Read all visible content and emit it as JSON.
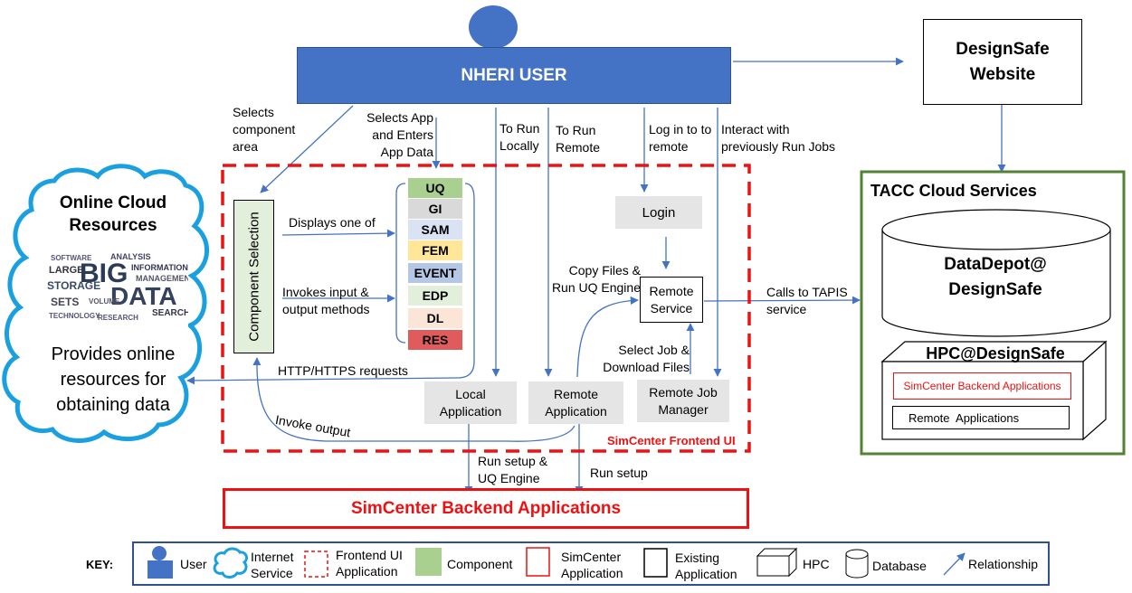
{
  "user": {
    "title": "NHERI USER"
  },
  "designsafe": {
    "title": "DesignSafe Website"
  },
  "cloud": {
    "title": "Online Cloud Resources",
    "wordcloud": [
      "BIG",
      "DATA",
      "INFORMATION",
      "STORAGE",
      "LARGE",
      "SETS",
      "ANALYSIS",
      "MANAGEMENT",
      "SEARCH",
      "SOFTWARE",
      "TECHNOLOGY",
      "RESEARCH",
      "VOLUME"
    ],
    "description": "Provides online resources for obtaining data"
  },
  "tacc": {
    "title": "TACC Cloud Services",
    "datadepot": "DataDepot@ DesignSafe",
    "hpc": {
      "title": "HPC@DesignSafe",
      "backend": "SimCenter Backend Applications",
      "remote": "Remote  Applications"
    }
  },
  "frontend": {
    "label": "SimCenter Frontend UI",
    "component_selection": "Component Selection",
    "components": [
      "UQ",
      "GI",
      "SAM",
      "FEM",
      "EVENT",
      "EDP",
      "DL",
      "RES"
    ],
    "login": "Login",
    "remote_service": "Remote Service",
    "local_app": "Local Application",
    "remote_app": "Remote Application",
    "job_manager": "Remote Job Manager"
  },
  "backend": {
    "title": "SimCenter Backend Applications"
  },
  "labels": {
    "selects_component": "Selects component area",
    "selects_app": "Selects App and Enters App Data",
    "to_run_locally": "To Run Locally",
    "to_run_remote": "To Run Remote",
    "log_in": "Log in to to remote",
    "interact": "Interact with previously Run Jobs",
    "displays": "Displays one of",
    "invokes": "Invokes input & output methods",
    "http": "HTTP/HTTPS requests",
    "invoke_output": "Invoke output",
    "copy_files": "Copy Files & Run UQ Engine",
    "calls_to": "Calls to TAPIS service",
    "select_job": "Select Job & Download Files",
    "run_setup_uq": "Run setup & UQ Engine",
    "run_setup": "Run setup"
  },
  "key": {
    "title": "KEY:",
    "items": [
      "User",
      "Internet Service",
      "Frontend UI Application",
      "Component",
      "SimCenter Application",
      "Existing Application",
      "HPC",
      "Database",
      "Relationship"
    ]
  },
  "colors": {
    "blue": "#4472c4",
    "red": "#ee1111",
    "green": "#548235",
    "cloud": "#1aa0e0",
    "uq": "#a9d08e",
    "gi": "#d9d9d9",
    "sam": "#dae3f3",
    "fem": "#ffe699",
    "event": "#b4c7e7",
    "edp": "#e2efda",
    "dl": "#fbe5d6",
    "res": "#e05c5c"
  }
}
